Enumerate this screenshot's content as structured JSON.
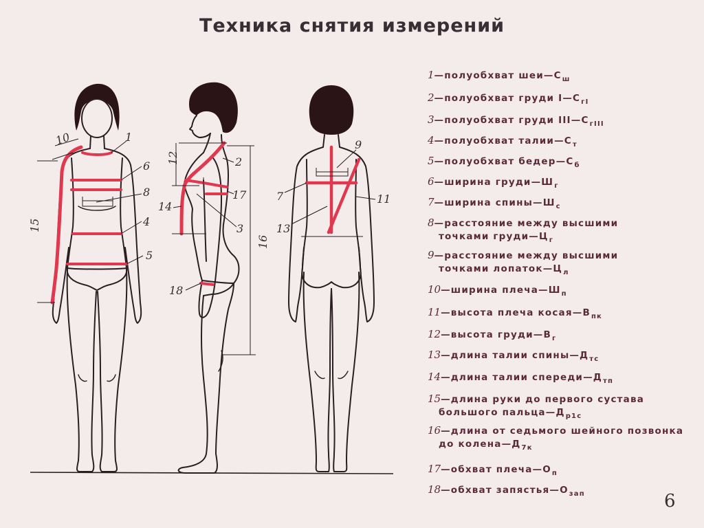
{
  "title": "Техника снятия измерений",
  "page_number": "6",
  "colors": {
    "background": "#f3ecea",
    "outline": "#2a1e22",
    "measure": "#e0394f",
    "hair": "#2b1416",
    "text": "#5a2a3a"
  },
  "legend": [
    {
      "num": "1",
      "text": "—полуобхват шеи—",
      "sym": "С",
      "sub": "ш"
    },
    {
      "num": "2",
      "text": "—полуобхват груди I—",
      "sym": "С",
      "sub": "гI"
    },
    {
      "num": "3",
      "text": "—полуобхват груди III—",
      "sym": "С",
      "sub": "гIII"
    },
    {
      "num": "4",
      "text": "—полуобхват талии—",
      "sym": "С",
      "sub": "т"
    },
    {
      "num": "5",
      "text": "—полуобхват  бедер—",
      "sym": "С",
      "sub": "б"
    },
    {
      "num": "6",
      "text": "—ширина груди—",
      "sym": "Ш",
      "sub": "г"
    },
    {
      "num": "7",
      "text": "—ширина спины—",
      "sym": "Ш",
      "sub": "с"
    },
    {
      "num": "8",
      "text": "—расстояние между высшими",
      "line2": "точками груди—",
      "sym": "Ц",
      "sub": "г"
    },
    {
      "num": "9",
      "text": "—расстояние между высшими",
      "line2": "точками лопаток—",
      "sym": "Ц",
      "sub": "л"
    },
    {
      "num": "10",
      "text": "—ширина плеча—",
      "sym": "Ш",
      "sub": "п"
    },
    {
      "num": "11",
      "text": "—высота плеча косая—",
      "sym": "В",
      "sub": "пк"
    },
    {
      "num": "12",
      "text": "—высота груди—",
      "sym": "В",
      "sub": "г"
    },
    {
      "num": "13",
      "text": "—длина  талии  спины—",
      "sym": "Д",
      "sub": "тс"
    },
    {
      "num": "14",
      "text": "—длина  талии  спереди—",
      "sym": "Д",
      "sub": "тп"
    },
    {
      "num": "15",
      "text": "—длина  руки до первого  сустава",
      "line2": "большого пальца—",
      "sym": "Д",
      "sub": "р1с"
    },
    {
      "num": "16",
      "text": "—длина от седьмого  шейного  позвонка",
      "line2": "до колена—",
      "sym": "Д",
      "sub": "7к"
    },
    {
      "num": "17",
      "text": "—обхват  плеча—",
      "sym": "О",
      "sub": "п"
    },
    {
      "num": "18",
      "text": "—обхват запястья—",
      "sym": "О",
      "sub": "зап"
    }
  ],
  "figure_labels": {
    "front": [
      "10",
      "1",
      "6",
      "8",
      "4",
      "5",
      "15"
    ],
    "side": [
      "12",
      "2",
      "17",
      "14",
      "3",
      "16",
      "18"
    ],
    "back": [
      "9",
      "7",
      "11",
      "13"
    ]
  }
}
